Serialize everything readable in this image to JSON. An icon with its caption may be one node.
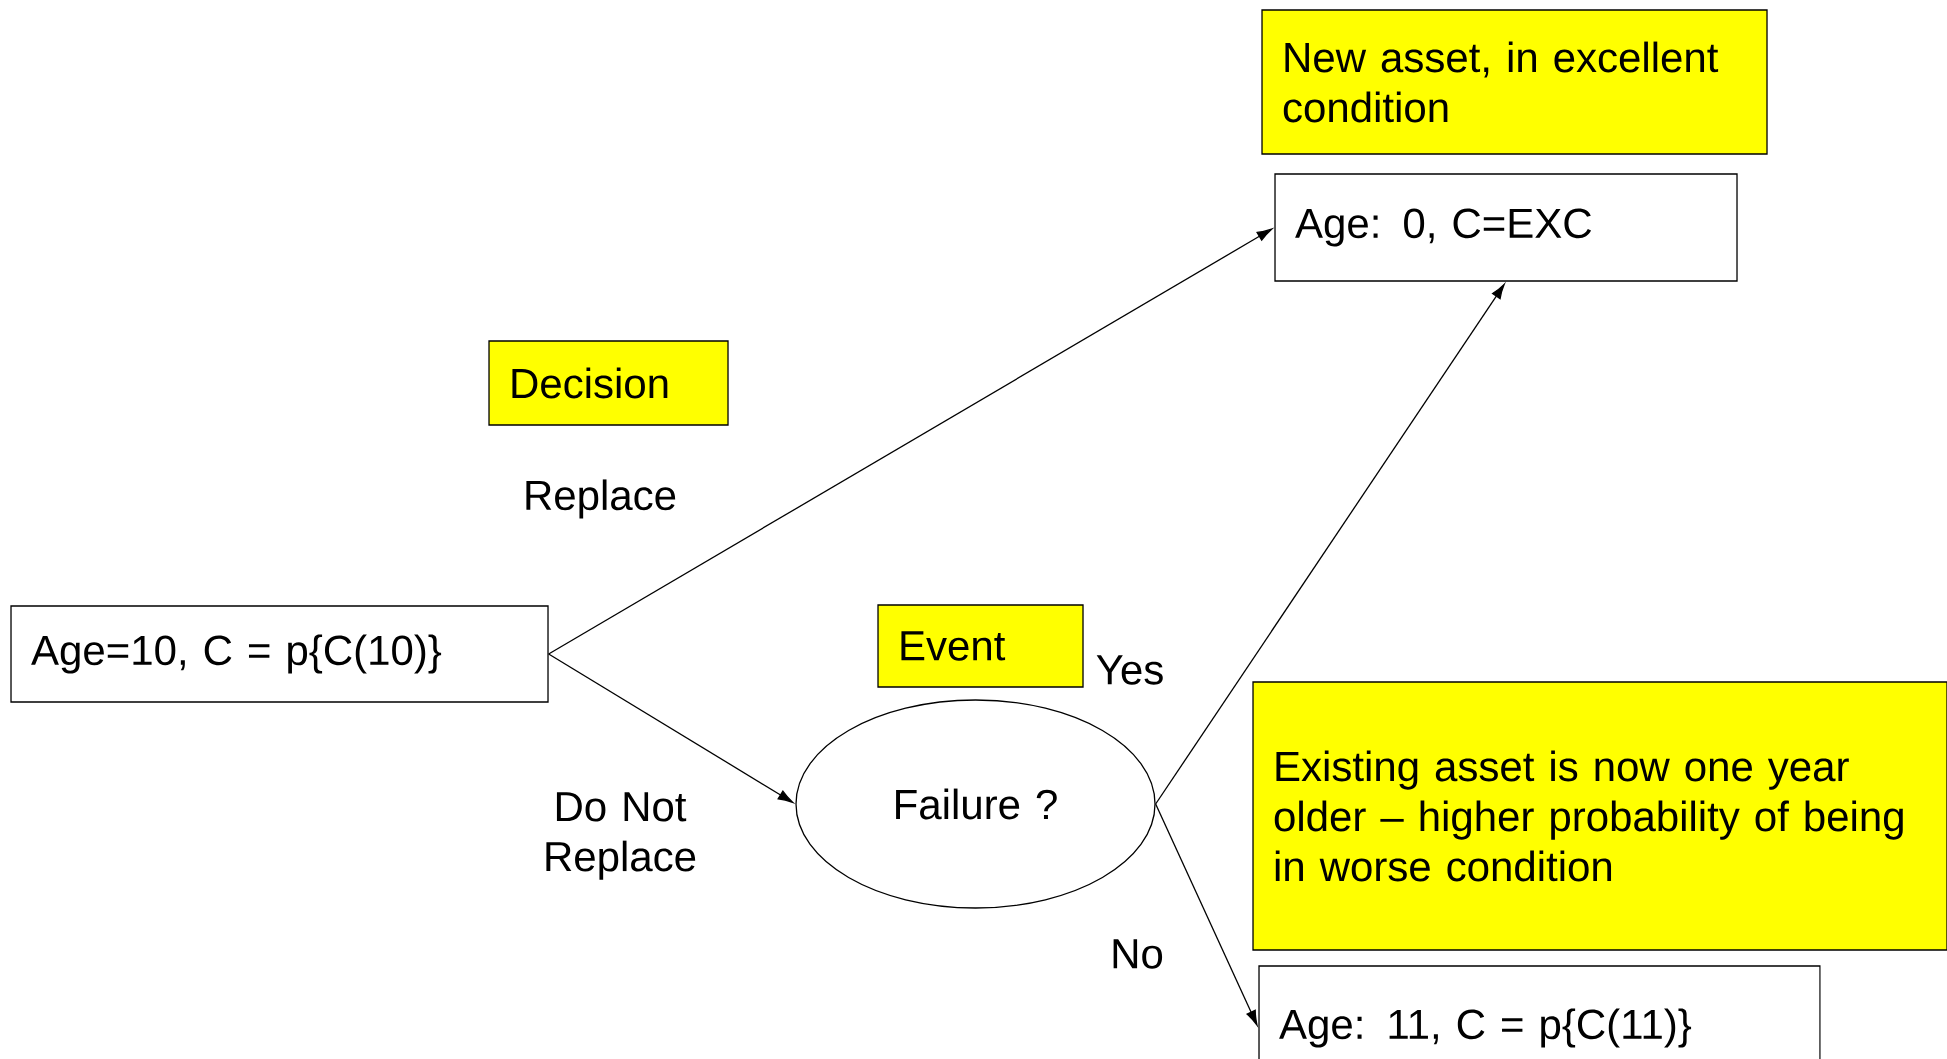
{
  "diagram": {
    "nodes": [
      {
        "text": [
          "New asset, in excellent condition"
        ]
      },
      {
        "text": [
          "Age: 0, C=EXC"
        ]
      },
      {
        "text": [
          "Decision"
        ]
      },
      {
        "text": [
          "Age=10, C = p{C(10)}"
        ]
      },
      {
        "text": [
          "Event"
        ]
      },
      {
        "text": [
          "Failure ?"
        ]
      },
      {
        "text": [
          "Existing asset is now one year older – higher probability of being in worse condition"
        ]
      },
      {
        "text": [
          "Age: 11, C = p{C(11)}"
        ]
      }
    ],
    "edges": [
      {
        "from": 3,
        "to": 1,
        "arrow": "to",
        "label": "Replace"
      },
      {
        "from": 3,
        "to": 5,
        "arrow": "to",
        "label": "Do Not Replace"
      },
      {
        "from": 5,
        "to": 1,
        "arrow": "to",
        "label": "Yes"
      },
      {
        "from": 5,
        "to": 7,
        "arrow": "to",
        "label": "No"
      }
    ]
  }
}
